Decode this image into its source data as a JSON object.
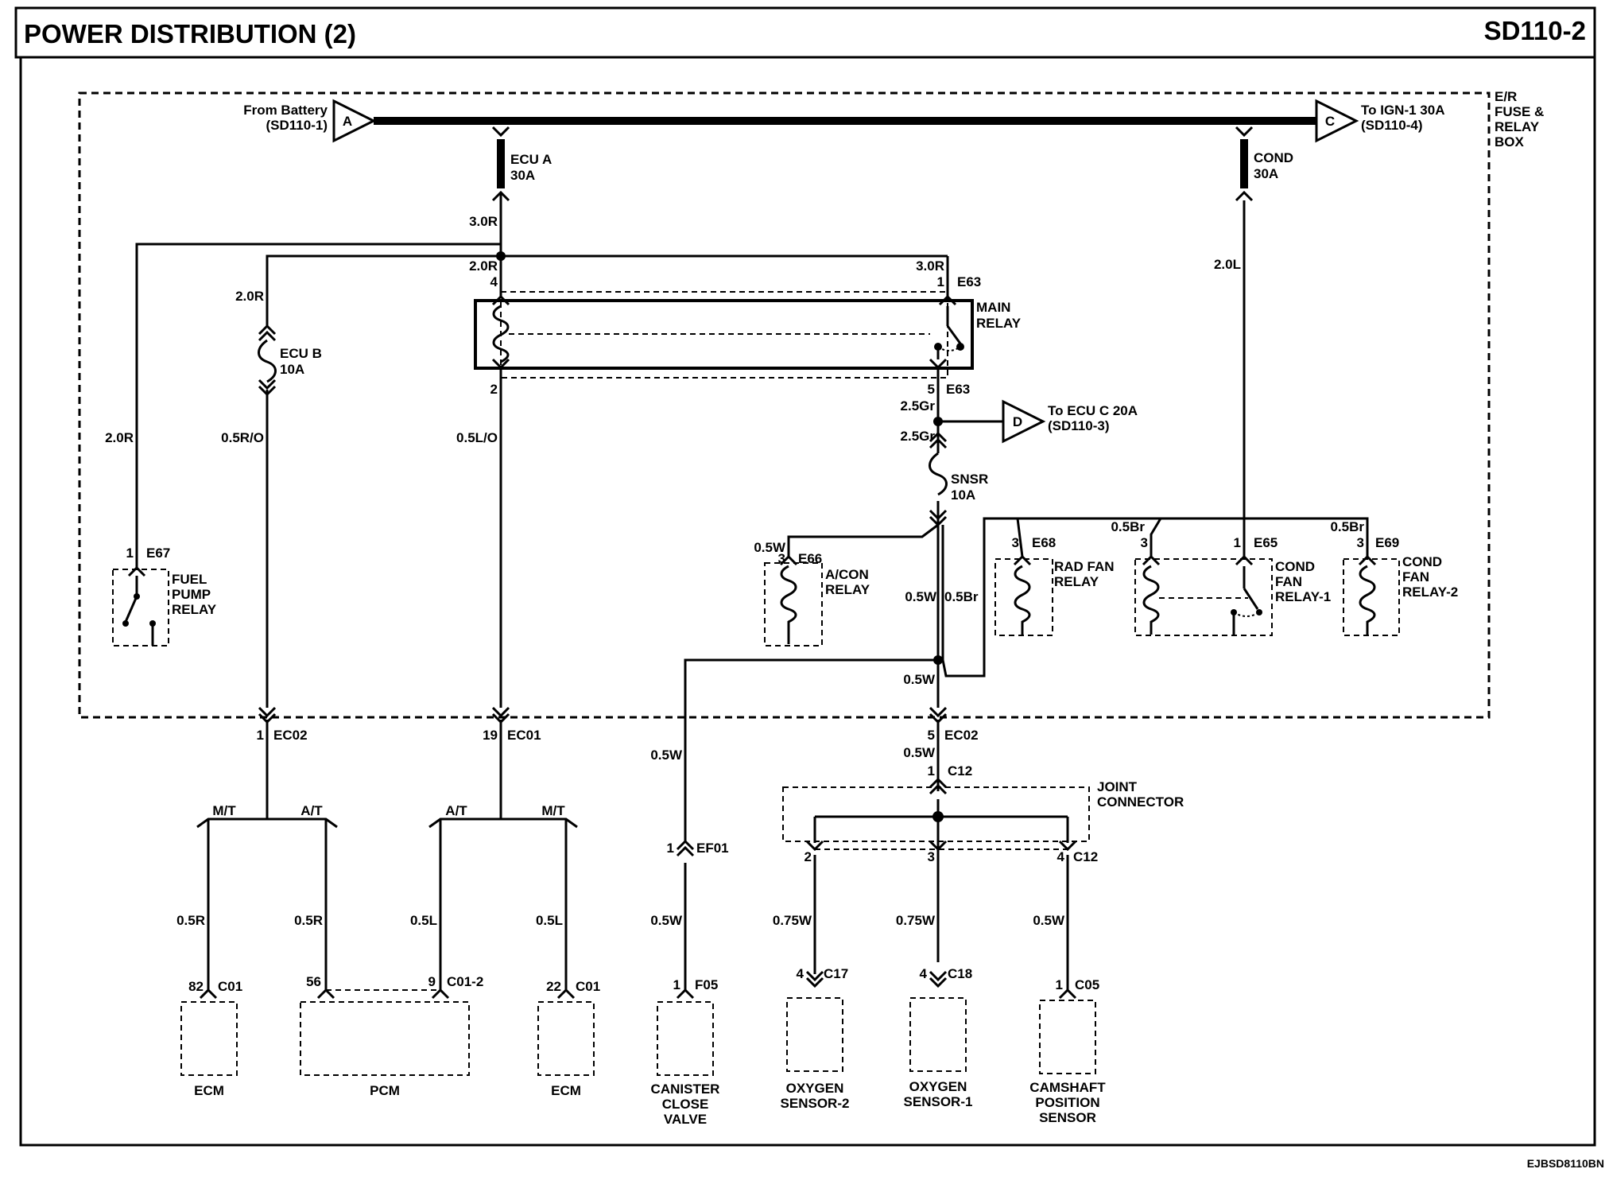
{
  "header": {
    "title": "POWER DISTRIBUTION (2)",
    "page_code": "SD110-2"
  },
  "footer_code": "EJBSD8110BN",
  "box_label": [
    "E/R",
    "FUSE &",
    "RELAY",
    "BOX"
  ],
  "connector_a": {
    "letter": "A",
    "label": [
      "From Battery",
      "(SD110-1)"
    ]
  },
  "connector_c": {
    "letter": "C",
    "label": [
      "To IGN-1 30A",
      "(SD110-4)"
    ]
  },
  "connector_d": {
    "letter": "D",
    "label": [
      "To ECU C 20A",
      "(SD110-3)"
    ]
  },
  "fuses": {
    "ecu_a": [
      "ECU A",
      "30A"
    ],
    "cond": [
      "COND",
      "30A"
    ],
    "ecu_b": [
      "ECU B",
      "10A"
    ],
    "snsr": [
      "SNSR",
      "10A"
    ]
  },
  "relays": {
    "main": [
      "MAIN",
      "RELAY"
    ],
    "fuel_pump": [
      "FUEL",
      "PUMP",
      "RELAY"
    ],
    "acon": [
      "A/CON",
      "RELAY"
    ],
    "rad_fan": [
      "RAD FAN",
      "RELAY"
    ],
    "cond_fan1": [
      "COND",
      "FAN",
      "RELAY-1"
    ],
    "cond_fan2": [
      "COND",
      "FAN",
      "RELAY-2"
    ]
  },
  "joint_connector": [
    "JOINT",
    "CONNECTOR"
  ],
  "wires": {
    "w30R": "3.0R",
    "w20R_a": "2.0R",
    "w30R_b": "3.0R",
    "w20R_b": "2.0R",
    "w20R_c": "2.0R",
    "w20L": "2.0L",
    "w05RO": "0.5R/O",
    "w05LO": "0.5L/O",
    "w25Gr_a": "2.5Gr",
    "w25Gr_b": "2.5Gr",
    "w05W_acon": "0.5W",
    "w05W_mid": "0.5W",
    "w05Br_mid": "0.5Br",
    "w05Br_rad": "0.5Br",
    "w05Br_fan2": "0.5Br",
    "w05W_junc": "0.5W",
    "w05W_ef01": "0.5W",
    "w05W_ec02": "0.5W",
    "w05W_f05": "0.5W",
    "w05R_a": "0.5R",
    "w05R_b": "0.5R",
    "w05L_a": "0.5L",
    "w05L_b": "0.5L",
    "w075W_a": "0.75W",
    "w075W_b": "0.75W",
    "w05W_c05": "0.5W"
  },
  "pins": {
    "p_e63_4": "4",
    "p_e63_1": "1",
    "p_e63_2": "2",
    "p_e63_5": "5",
    "p_e67": "1",
    "p_e66": "3",
    "p_e68": "3",
    "p_fan1_3": "3",
    "p_e65": "1",
    "p_e69": "3",
    "p_ec02_1": "1",
    "p_ec01": "19",
    "p_ec02_5": "5",
    "p_c12_1": "1",
    "p_c12_2": "2",
    "p_c12_3": "3",
    "p_c12_4": "4",
    "p_ef01": "1",
    "p_c01_82": "82",
    "p_pcm56": "56",
    "p_c012_9": "9",
    "p_c01_22": "22",
    "p_f05": "1",
    "p_c17": "4",
    "p_c18": "4",
    "p_c05": "1"
  },
  "connectors": {
    "e63_top": "E63",
    "e63_bot": "E63",
    "e67": "E67",
    "e66": "E66",
    "e68": "E68",
    "e65": "E65",
    "e69": "E69",
    "ec02_a": "EC02",
    "ec01": "EC01",
    "ec02_b": "EC02",
    "c12_top": "C12",
    "c12_bot": "C12",
    "ef01": "EF01",
    "c01_a": "C01",
    "c012": "C01-2",
    "c01_b": "C01",
    "f05": "F05",
    "c17": "C17",
    "c18": "C18",
    "c05": "C05"
  },
  "branches": {
    "mt_1": "M/T",
    "at_1": "A/T",
    "at_2": "A/T",
    "mt_2": "M/T"
  },
  "components": {
    "ecm1": "ECM",
    "pcm": "PCM",
    "ecm2": "ECM",
    "canister": [
      "CANISTER",
      "CLOSE",
      "VALVE"
    ],
    "o2s2": [
      "OXYGEN",
      "SENSOR-2"
    ],
    "o2s1": [
      "OXYGEN",
      "SENSOR-1"
    ],
    "cmp": [
      "CAMSHAFT",
      "POSITION",
      "SENSOR"
    ]
  }
}
